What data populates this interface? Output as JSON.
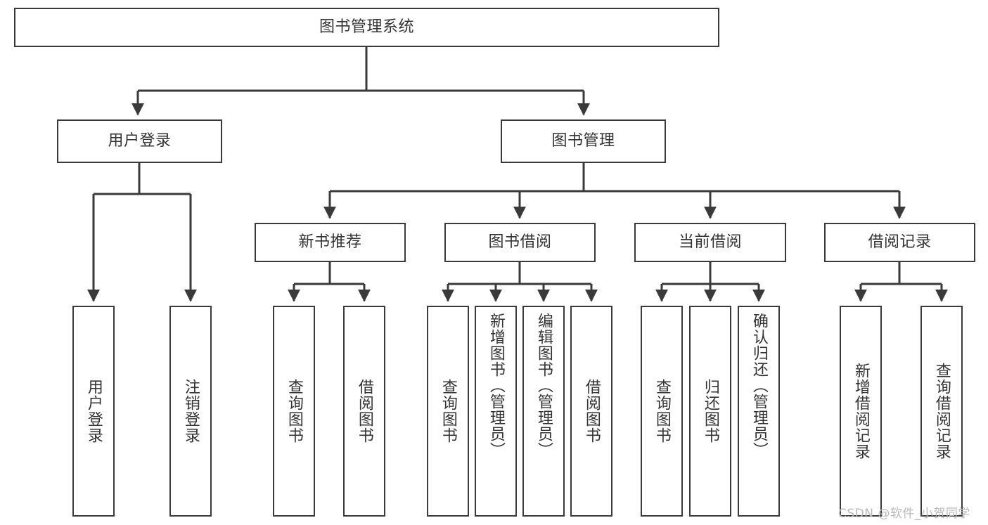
{
  "diagram": {
    "title": "图书管理系统",
    "root": {
      "label": "图书管理系统"
    },
    "level2": [
      {
        "label": "用户登录"
      },
      {
        "label": "图书管理"
      }
    ],
    "level3": [
      {
        "label": "新书推荐"
      },
      {
        "label": "图书借阅"
      },
      {
        "label": "当前借阅"
      },
      {
        "label": "借阅记录"
      }
    ],
    "leaves": [
      {
        "label": "用户登录",
        "parent": "用户登录"
      },
      {
        "label": "注销登录",
        "parent": "用户登录"
      },
      {
        "label": "查询图书",
        "parent": "新书推荐"
      },
      {
        "label": "借阅图书",
        "parent": "新书推荐"
      },
      {
        "label": "查询图书",
        "parent": "图书借阅"
      },
      {
        "label": "新增图书（管理员）",
        "parent": "图书借阅"
      },
      {
        "label": "编辑图书（管理员）",
        "parent": "图书借阅"
      },
      {
        "label": "借阅图书",
        "parent": "图书借阅"
      },
      {
        "label": "查询图书",
        "parent": "当前借阅"
      },
      {
        "label": "归还图书",
        "parent": "当前借阅"
      },
      {
        "label": "确认归还（管理员）",
        "parent": "当前借阅"
      },
      {
        "label": "新增借阅记录",
        "parent": "借阅记录"
      },
      {
        "label": "查询借阅记录",
        "parent": "借阅记录"
      }
    ]
  },
  "watermark": {
    "text": "CSDN @软件_小贺同学"
  },
  "colors": {
    "stroke": "#3a3a3a",
    "text": "#333333",
    "background": "#ffffff",
    "watermark": "#b9b9b9"
  }
}
